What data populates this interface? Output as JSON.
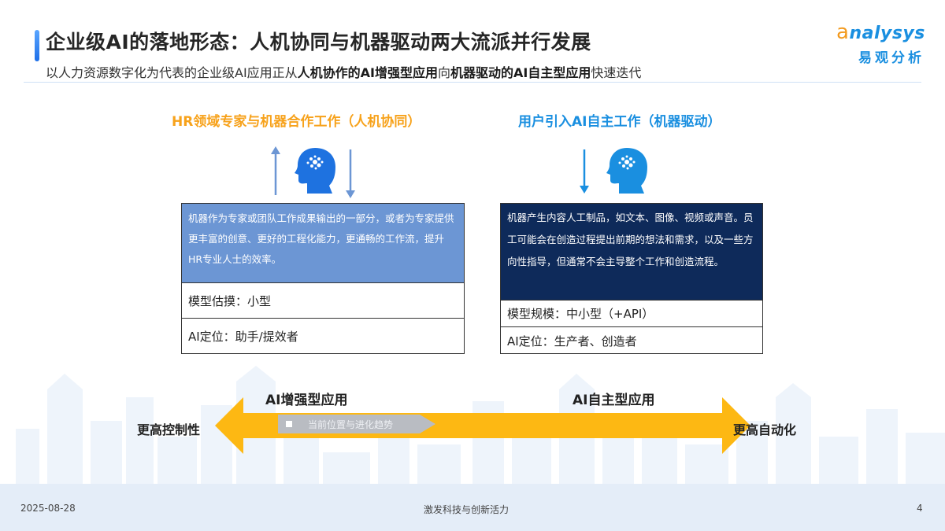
{
  "header": {
    "title": "企业级AI的落地形态：人机协同与机器驱动两大流派并行发展",
    "subtitle_parts": [
      {
        "text": "以人力资源数字化为代表的企业级AI应用正从",
        "bold": false
      },
      {
        "text": "人机协作的AI增强型应用",
        "bold": true
      },
      {
        "text": "向",
        "bold": false
      },
      {
        "text": "机器驱动的AI自主型应用",
        "bold": true
      },
      {
        "text": "快速迭代",
        "bold": false
      }
    ],
    "accent_color": "#1e6fe8"
  },
  "logo": {
    "en_initial": "a",
    "en_rest": "nalysys",
    "cn": "易观分析",
    "colors": {
      "orange": "#f39a1e",
      "blue": "#1a8fe0"
    }
  },
  "columns": {
    "left": {
      "title": "HR领域专家与机器合作工作（人机协同）",
      "title_color": "#f7a21b",
      "icons": [
        "arrow-up-icon",
        "ai-head-icon",
        "arrow-down-icon"
      ],
      "description": "机器作为专家或团队工作成果输出的一部分，或者为专家提供更丰富的创意、更好的工程化能力，更通畅的工作流，提升HR专业人士的效率。",
      "model_scale": "模型估摸：小型",
      "ai_role": "AI定位：助手/提效者",
      "desc_bg": "#6c96d4"
    },
    "right": {
      "title": "用户引入AI自主工作（机器驱动）",
      "title_color": "#1a8fe0",
      "icons": [
        "arrow-down-icon",
        "ai-head-icon"
      ],
      "description": "机器产生内容人工制品，如文本、图像、视频或声音。员工可能会在创造过程提出前期的想法和需求，以及一些方向性指导，但通常不会主导整个工作和创造流程。",
      "model_scale": "模型规模：中小型（+API）",
      "ai_role": "AI定位：生产者、创造者",
      "desc_bg": "#0e2a5a"
    }
  },
  "spectrum": {
    "left_top_label": "AI增强型应用",
    "right_top_label": "AI自主型应用",
    "left_end_label": "更高控制性",
    "right_end_label": "更高自动化",
    "legend_text": "当前位置与进化趋势",
    "arrow_color": "#fdb813",
    "legend_bg": "#b9bcc2"
  },
  "footer": {
    "date": "2025-08-28",
    "slogan": "激发科技与创新活力",
    "page_number": "4"
  }
}
